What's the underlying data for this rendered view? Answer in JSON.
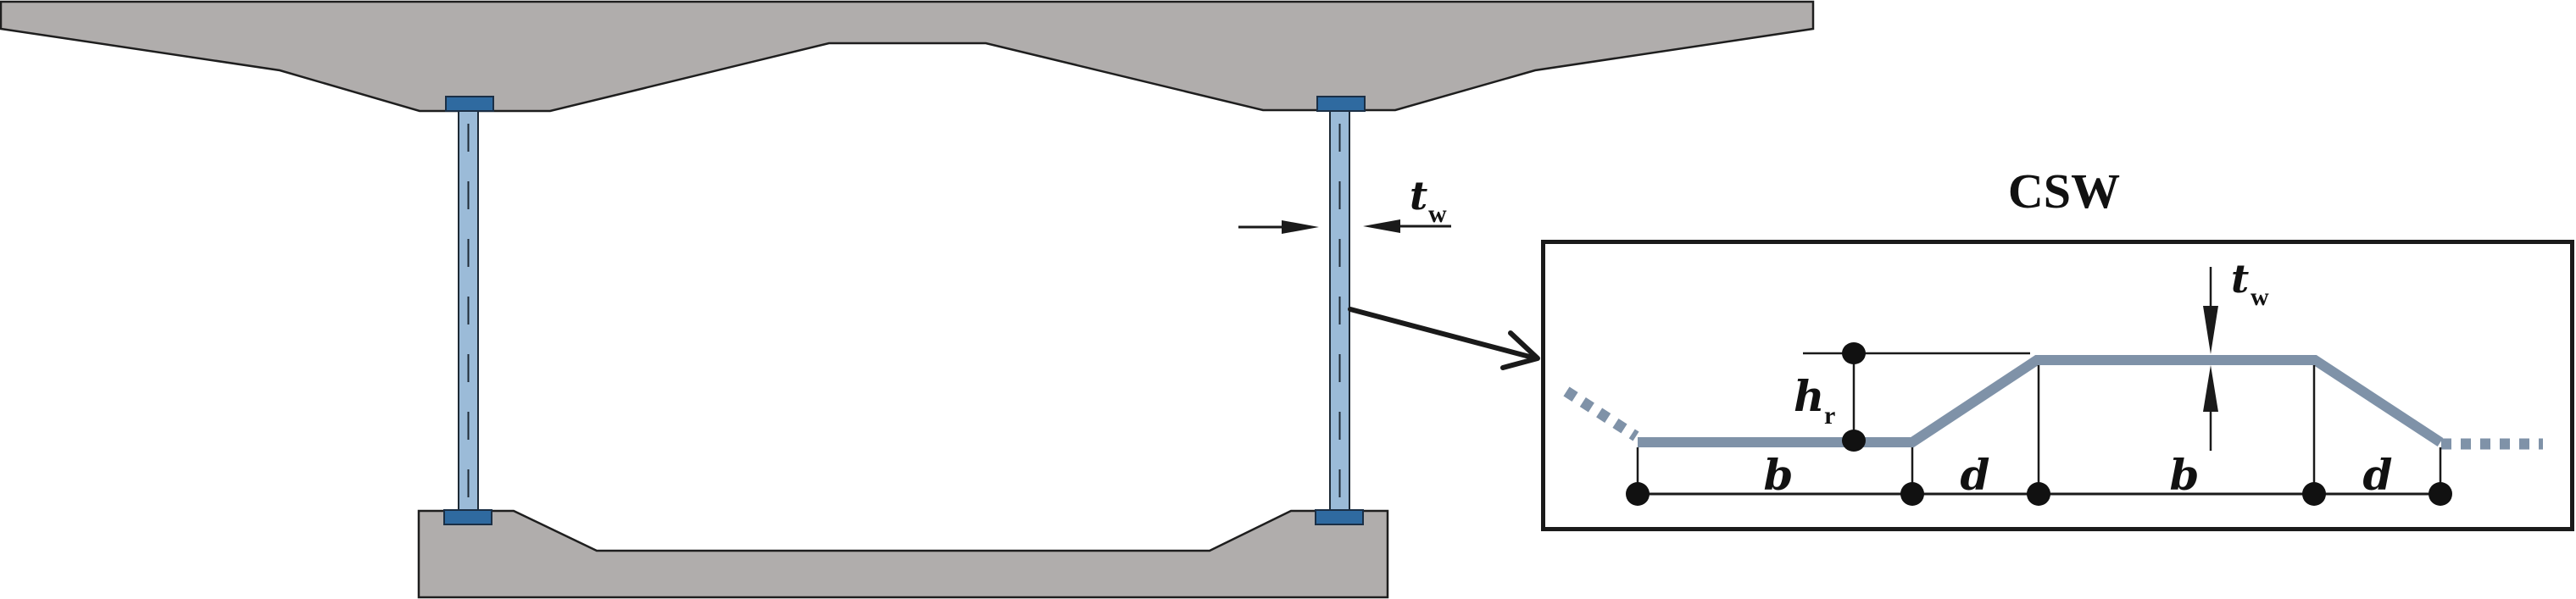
{
  "figure": {
    "detail_title": "CSW",
    "section_labels": {
      "web_thickness_symbol": "t",
      "web_thickness_subscript": "w"
    },
    "detail_labels": {
      "web_thickness_symbol": "t",
      "web_thickness_subscript": "w",
      "rib_height_symbol": "h",
      "rib_height_subscript": "r",
      "flat_panel_width_1": "b",
      "inclined_panel_projection_1": "d",
      "flat_panel_width_2": "b",
      "inclined_panel_projection_2": "d"
    },
    "colors": {
      "concrete": "#b0adac",
      "steel_flange": "#2f6aa0",
      "steel_web": "#9bbbd8",
      "corrugated_profile": "#7f92a8",
      "ink": "#1a1a1a"
    }
  }
}
